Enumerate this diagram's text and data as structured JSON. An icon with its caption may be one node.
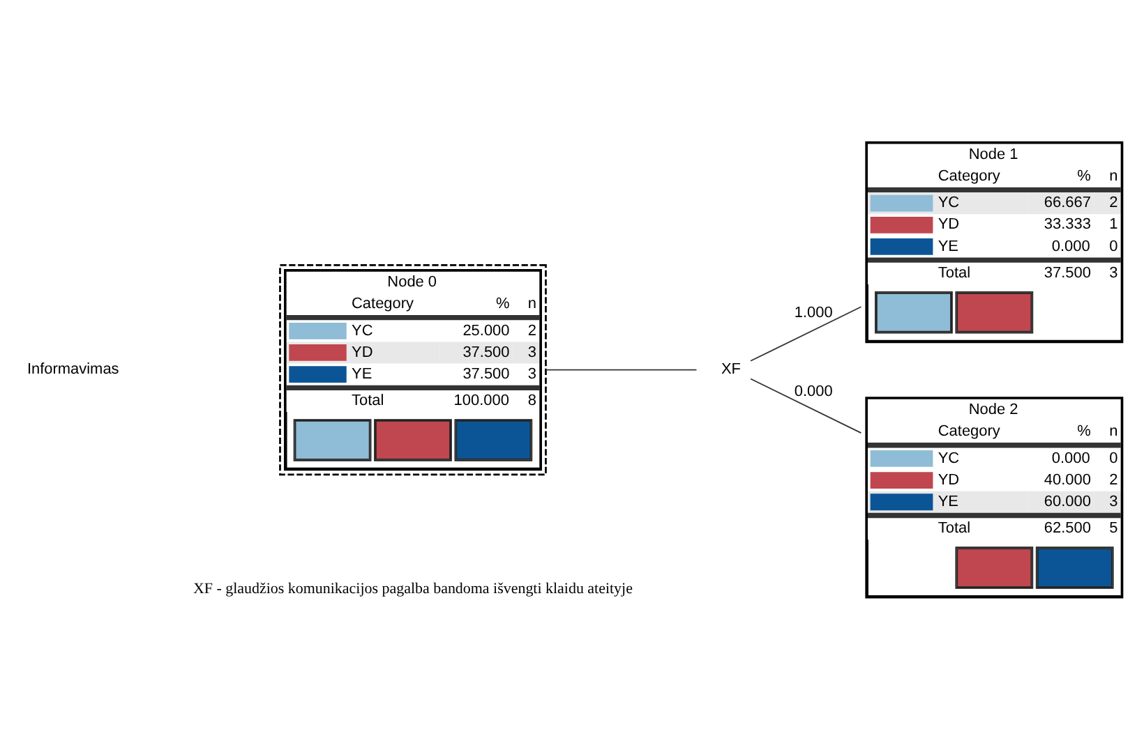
{
  "diagram": {
    "nodes": [
      {
        "text": [
          "Node 0",
          "Category",
          "%",
          "n",
          "YC",
          "25.000",
          "2",
          "YD",
          "37.500",
          "3",
          "YE",
          "37.500",
          "3",
          "Total",
          "100.000",
          "8"
        ]
      },
      {
        "text": [
          "Node 1",
          "Category",
          "%",
          "n",
          "YC",
          "66.667",
          "2",
          "YD",
          "33.333",
          "1",
          "YE",
          "0.000",
          "0",
          "Total",
          "37.500",
          "3"
        ]
      },
      {
        "text": [
          "Node 2",
          "Category",
          "%",
          "n",
          "YC",
          "0.000",
          "0",
          "YD",
          "40.000",
          "2",
          "YE",
          "60.000",
          "3",
          "Total",
          "62.500",
          "5"
        ]
      },
      {
        "text": [
          "XF"
        ]
      }
    ],
    "edges": [
      {
        "from": 0,
        "to": 3,
        "arrow": "none"
      },
      {
        "from": 3,
        "to": 1,
        "arrow": "none",
        "label": "1.000"
      },
      {
        "from": 3,
        "to": 2,
        "arrow": "none",
        "label": "0.000"
      }
    ],
    "labels": [
      "Informavimas",
      "XF - glaudžios komunikacijos pagalba bandoma išvengti klaidu ateityje"
    ]
  }
}
